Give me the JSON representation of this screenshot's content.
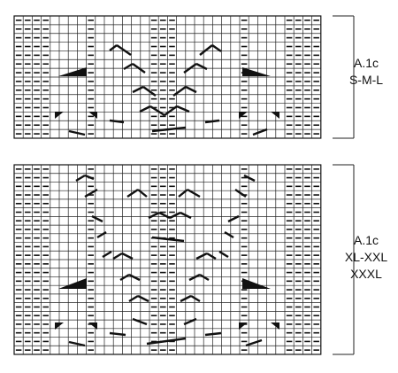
{
  "charts": [
    {
      "id": "a1c-s-m-l",
      "label_lines": [
        "A.1c",
        "S-M-L"
      ],
      "cols": 34,
      "rows": 14
    },
    {
      "id": "a1c-xl-xxl-xxxl",
      "label_lines": [
        "A.1c",
        "XL-XXL",
        "XXXL"
      ],
      "cols": 34,
      "rows": 22
    }
  ],
  "symbols": {
    "purl": "horizontal dash",
    "decrease": "filled triangle",
    "cable": "diagonal stroke"
  }
}
